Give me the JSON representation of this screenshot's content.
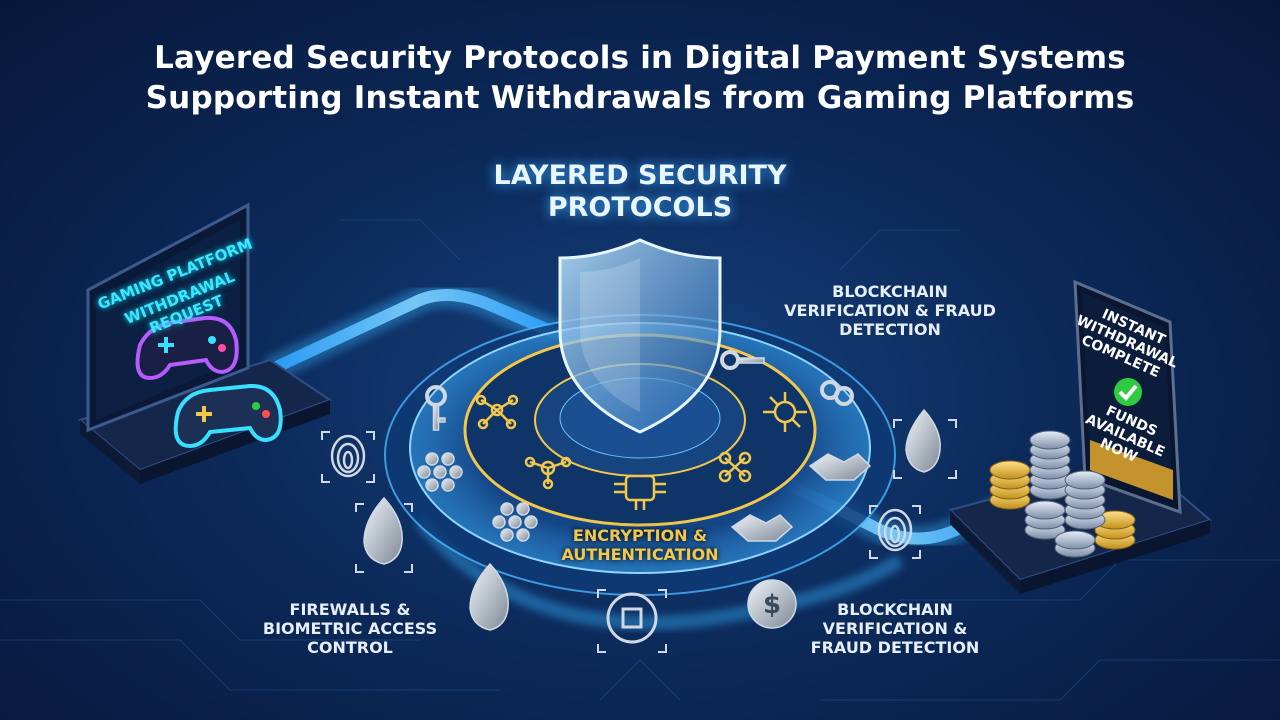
{
  "title_line1": "Layered Security Protocols in Digital Payment Systems",
  "title_line2": "Supporting Instant Withdrawals from Gaming Platforms",
  "center_label": "LAYERED SECURITY PROTOCOLS",
  "ring_label": "ENCRYPTION & AUTHENTICATION",
  "blockchain_top_label": "BLOCKCHAIN VERIFICATION & FRAUD DETECTION",
  "blockchain_bottom_label": "BLOCKCHAIN VERIFICATION & FRAUD DETECTION",
  "firewall_label": "FIREWALLS & BIOMETRIC ACCESS CONTROL",
  "gaming_screen": {
    "line1": "GAMING PLATFORM",
    "line2": "WITHDRAWAL REQUEST"
  },
  "phone_screen": {
    "line1": "INSTANT WITHDRAWAL COMPLETE",
    "line2": "FUNDS AVAILABLE NOW"
  },
  "colors": {
    "accent_blue": "#38b6ff",
    "gold": "#f2c84b",
    "green": "#2ecc40",
    "background": "#0c2a5a"
  },
  "icons": [
    "shield-icon",
    "key-icon",
    "fingerprint-icon",
    "flame-icon",
    "handshake-icon",
    "network-icon",
    "circuit-icon",
    "dollar-icon",
    "gamepad-icon",
    "check-icon",
    "coin-stack-icon"
  ]
}
